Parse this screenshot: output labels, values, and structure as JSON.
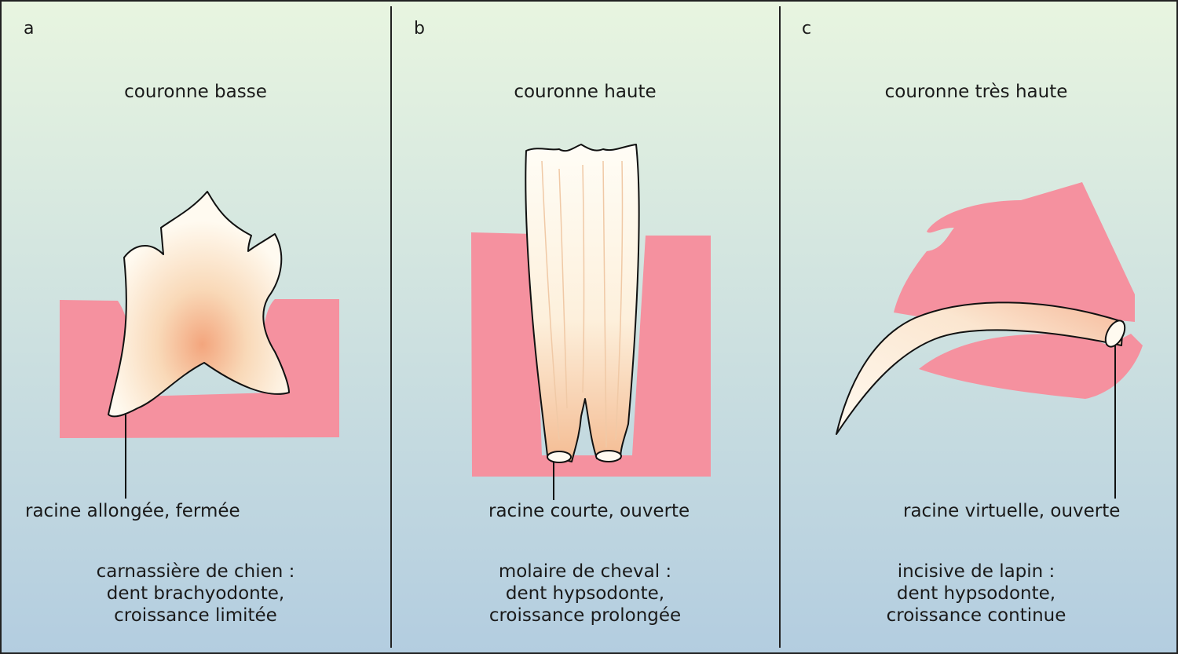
{
  "panels": [
    {
      "letter": "a",
      "crown": "couronne basse",
      "root": "racine allongée, fermée",
      "caption": [
        "carnassière de chien :",
        "dent brachyodonte,",
        "croissance limitée"
      ]
    },
    {
      "letter": "b",
      "crown": "couronne haute",
      "root": "racine courte, ouverte",
      "caption": [
        "molaire de cheval :",
        "dent hypsodonte,",
        "croissance prolongée"
      ]
    },
    {
      "letter": "c",
      "crown": "couronne très haute",
      "root": "racine virtuelle, ouverte",
      "caption": [
        "incisive de lapin :",
        "dent hypsodonte,",
        "croissance continue"
      ]
    }
  ],
  "colors": {
    "background_top": "#e8f5e0",
    "background_bottom": "#b3cde0",
    "gum": "#f5919f",
    "tooth": "#fffaf0",
    "tooth_shade": "#f3b38e",
    "outline": "#111111"
  }
}
